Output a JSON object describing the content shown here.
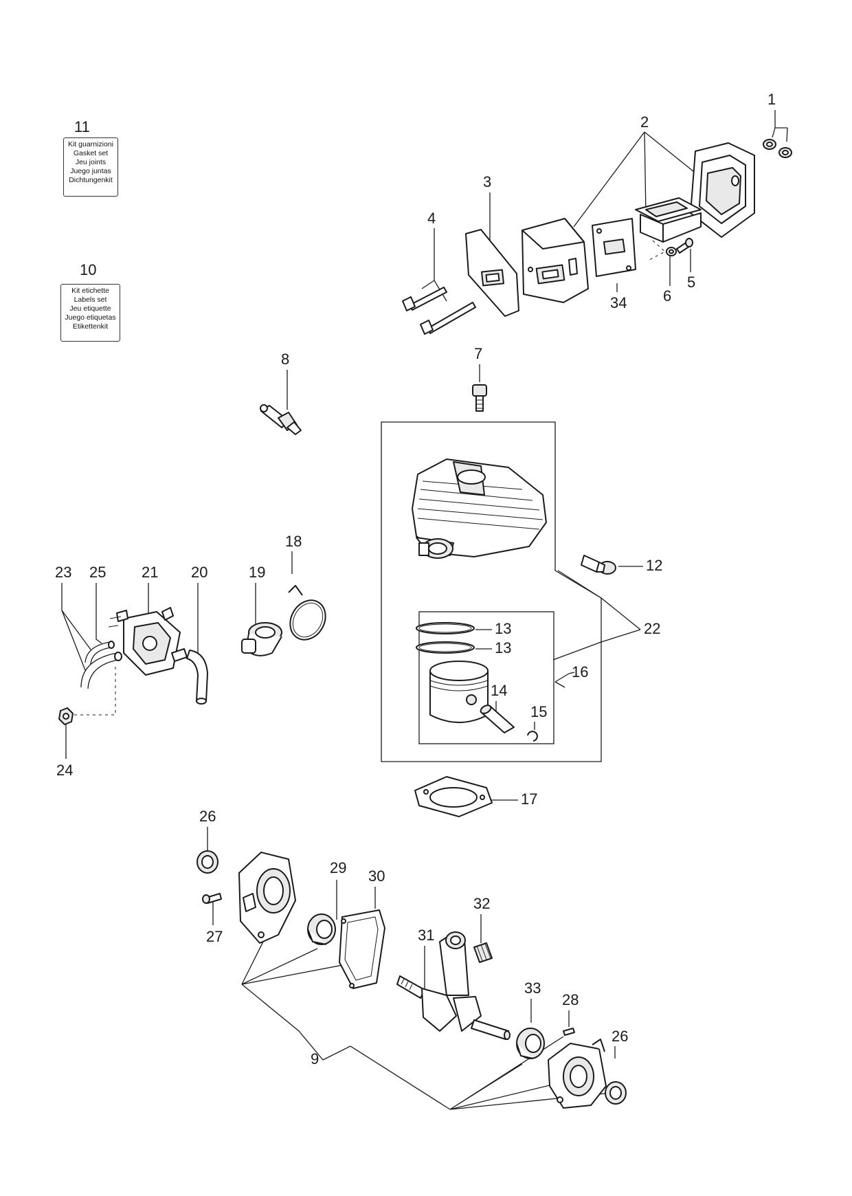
{
  "kits": [
    {
      "number": "11",
      "lines": [
        "Kit guarnizioni",
        "Gasket set",
        "Jeu joints",
        "Juego juntas",
        "Dichtungenkit"
      ]
    },
    {
      "number": "10",
      "lines": [
        "Kit etichette",
        "Labels set",
        "Jeu etiquette",
        "Juego etiquetas",
        "Etikettenkit"
      ]
    }
  ],
  "callouts": {
    "c1": "1",
    "c2": "2",
    "c3": "3",
    "c4": "4",
    "c5": "5",
    "c6": "6",
    "c7": "7",
    "c8": "8",
    "c9": "9",
    "c12": "12",
    "c13a": "13",
    "c13b": "13",
    "c14": "14",
    "c15": "15",
    "c16": "16",
    "c17": "17",
    "c18": "18",
    "c19": "19",
    "c20": "20",
    "c21": "21",
    "c22": "22",
    "c23": "23",
    "c24": "24",
    "c25": "25",
    "c26a": "26",
    "c26b": "26",
    "c27": "27",
    "c28": "28",
    "c29": "29",
    "c30": "30",
    "c31": "31",
    "c32": "32",
    "c33": "33",
    "c34": "34"
  }
}
